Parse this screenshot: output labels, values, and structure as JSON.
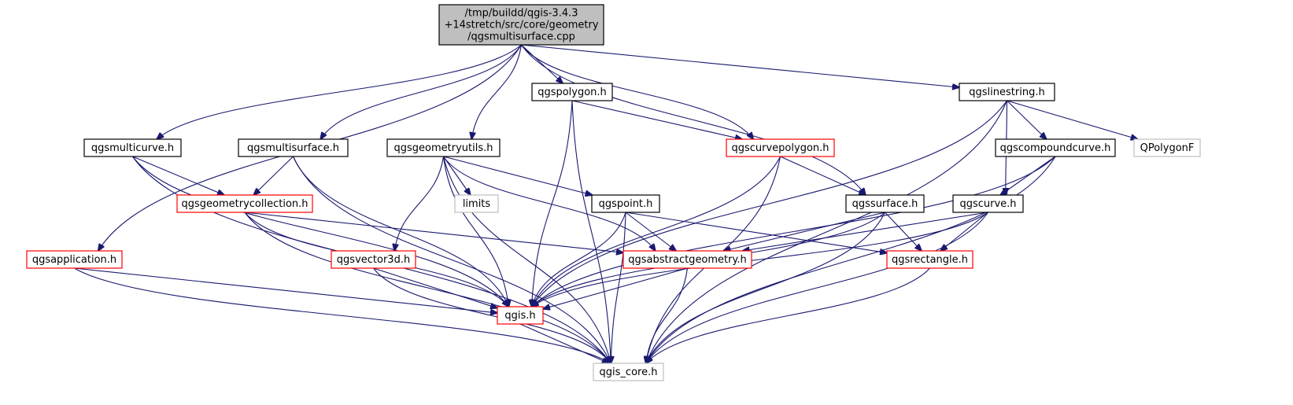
{
  "colors": {
    "edge": "#191970",
    "border_documented": "#000000",
    "border_incomplete": "#ff0000",
    "border_external": "#bfbfbf",
    "root_fill": "#bfbfbf",
    "node_fill": "#ffffff"
  },
  "nodes": [
    {
      "id": "root",
      "lines": [
        "/tmp/buildd/qgis-3.4.3",
        "+14stretch/src/core/geometry",
        "/qgsmultisurface.cpp"
      ],
      "style": "root"
    },
    {
      "id": "qgspolygon",
      "lines": [
        "qgspolygon.h"
      ],
      "style": "normal"
    },
    {
      "id": "qgslinestring",
      "lines": [
        "qgslinestring.h"
      ],
      "style": "normal"
    },
    {
      "id": "qgsmulticurve",
      "lines": [
        "qgsmulticurve.h"
      ],
      "style": "normal"
    },
    {
      "id": "qgsmultisurface",
      "lines": [
        "qgsmultisurface.h"
      ],
      "style": "normal"
    },
    {
      "id": "qgsgeometryutils",
      "lines": [
        "qgsgeometryutils.h"
      ],
      "style": "normal"
    },
    {
      "id": "qgscurvepolygon",
      "lines": [
        "qgscurvepolygon.h"
      ],
      "style": "red"
    },
    {
      "id": "qgscompoundcurve",
      "lines": [
        "qgscompoundcurve.h"
      ],
      "style": "normal"
    },
    {
      "id": "QPolygonF",
      "lines": [
        "QPolygonF"
      ],
      "style": "gray"
    },
    {
      "id": "qgsgeometrycollection",
      "lines": [
        "qgsgeometrycollection.h"
      ],
      "style": "red"
    },
    {
      "id": "limits",
      "lines": [
        "limits"
      ],
      "style": "gray"
    },
    {
      "id": "qgspoint",
      "lines": [
        "qgspoint.h"
      ],
      "style": "normal"
    },
    {
      "id": "qgssurface",
      "lines": [
        "qgssurface.h"
      ],
      "style": "normal"
    },
    {
      "id": "qgscurve",
      "lines": [
        "qgscurve.h"
      ],
      "style": "normal"
    },
    {
      "id": "qgsapplication",
      "lines": [
        "qgsapplication.h"
      ],
      "style": "red"
    },
    {
      "id": "qgsvector3d",
      "lines": [
        "qgsvector3d.h"
      ],
      "style": "red"
    },
    {
      "id": "qgsabstractgeometry",
      "lines": [
        "qgsabstractgeometry.h"
      ],
      "style": "red"
    },
    {
      "id": "qgsrectangle",
      "lines": [
        "qgsrectangle.h"
      ],
      "style": "red"
    },
    {
      "id": "qgis",
      "lines": [
        "qgis.h"
      ],
      "style": "red"
    },
    {
      "id": "qgis_core",
      "lines": [
        "qgis_core.h"
      ],
      "style": "gray"
    }
  ],
  "edges": [
    [
      "root",
      "qgspolygon"
    ],
    [
      "root",
      "qgslinestring"
    ],
    [
      "root",
      "qgsmulticurve"
    ],
    [
      "root",
      "qgsmultisurface"
    ],
    [
      "root",
      "qgsgeometryutils"
    ],
    [
      "root",
      "qgscurvepolygon"
    ],
    [
      "root",
      "qgssurface"
    ],
    [
      "root",
      "qgsapplication"
    ],
    [
      "qgspolygon",
      "qgscurvepolygon"
    ],
    [
      "qgspolygon",
      "qgis"
    ],
    [
      "qgspolygon",
      "qgis_core"
    ],
    [
      "qgslinestring",
      "qgscompoundcurve"
    ],
    [
      "qgslinestring",
      "QPolygonF"
    ],
    [
      "qgslinestring",
      "qgscurve"
    ],
    [
      "qgslinestring",
      "qgis"
    ],
    [
      "qgslinestring",
      "qgis_core"
    ],
    [
      "qgsmulticurve",
      "qgsgeometrycollection"
    ],
    [
      "qgsmulticurve",
      "qgis"
    ],
    [
      "qgsmulticurve",
      "qgis_core"
    ],
    [
      "qgsmultisurface",
      "qgsgeometrycollection"
    ],
    [
      "qgsmultisurface",
      "qgis"
    ],
    [
      "qgsmultisurface",
      "qgis_core"
    ],
    [
      "qgsgeometryutils",
      "limits"
    ],
    [
      "qgsgeometryutils",
      "qgspoint"
    ],
    [
      "qgsgeometryutils",
      "qgsvector3d"
    ],
    [
      "qgsgeometryutils",
      "qgsabstractgeometry"
    ],
    [
      "qgsgeometryutils",
      "qgis"
    ],
    [
      "qgsgeometryutils",
      "qgis_core"
    ],
    [
      "qgscurvepolygon",
      "qgssurface"
    ],
    [
      "qgscurvepolygon",
      "qgis"
    ],
    [
      "qgscurvepolygon",
      "qgis_core"
    ],
    [
      "qgscompoundcurve",
      "qgscurve"
    ],
    [
      "qgscompoundcurve",
      "qgis"
    ],
    [
      "qgscompoundcurve",
      "qgis_core"
    ],
    [
      "qgsgeometrycollection",
      "qgsabstractgeometry"
    ],
    [
      "qgsgeometrycollection",
      "qgis"
    ],
    [
      "qgsgeometrycollection",
      "qgis_core"
    ],
    [
      "qgspoint",
      "qgsabstractgeometry"
    ],
    [
      "qgspoint",
      "qgsrectangle"
    ],
    [
      "qgspoint",
      "qgis"
    ],
    [
      "qgspoint",
      "qgis_core"
    ],
    [
      "qgssurface",
      "qgsabstractgeometry"
    ],
    [
      "qgssurface",
      "qgsrectangle"
    ],
    [
      "qgssurface",
      "qgis"
    ],
    [
      "qgssurface",
      "qgis_core"
    ],
    [
      "qgscurve",
      "qgsabstractgeometry"
    ],
    [
      "qgscurve",
      "qgsrectangle"
    ],
    [
      "qgscurve",
      "qgis"
    ],
    [
      "qgscurve",
      "qgis_core"
    ],
    [
      "qgsapplication",
      "qgis"
    ],
    [
      "qgsapplication",
      "qgis_core"
    ],
    [
      "qgsvector3d",
      "qgis"
    ],
    [
      "qgsvector3d",
      "qgis_core"
    ],
    [
      "qgsabstractgeometry",
      "qgis"
    ],
    [
      "qgsabstractgeometry",
      "qgis_core"
    ],
    [
      "qgsrectangle",
      "qgis_core"
    ],
    [
      "qgis",
      "qgis_core"
    ]
  ]
}
